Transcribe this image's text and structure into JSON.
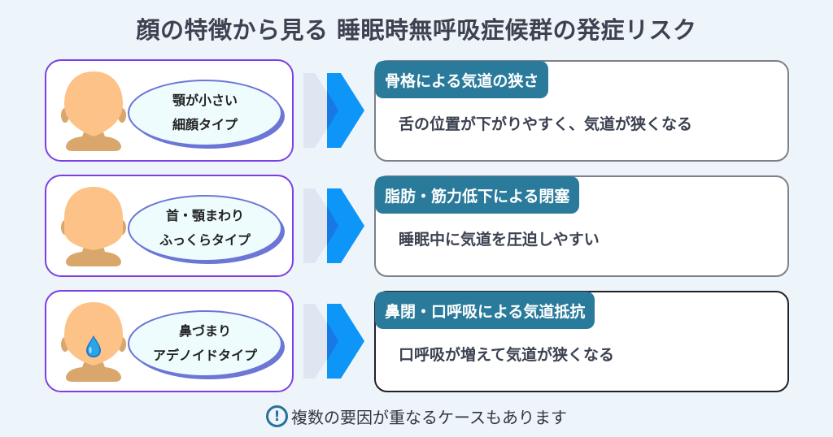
{
  "title": "顔の特徴から見る 睡眠時無呼吸症候群の発症リスク",
  "colors": {
    "background": "#edf5fb",
    "left_card_border": "#7b3fe4",
    "skin": "#fdc287",
    "skin_shadow": "#d9a66c",
    "bubble_fill": "#eefcfe",
    "bubble_border": "#6b76d6",
    "arrow_gray": "#dfe6f2",
    "arrow_blue": "#0d96f8",
    "arrow_overlap": "#1878e6",
    "badge": "#2a7b9b",
    "drop": "#2aa6e8",
    "note_icon": "#2a6f9a"
  },
  "rows": [
    {
      "type_lines": [
        "顎が小さい",
        "細顔タイプ"
      ],
      "face_icon": "face-narrow-icon",
      "risk_title": "骨格による気道の狭さ",
      "risk_desc": "舌の位置が下がりやすく、気道が狭くなる"
    },
    {
      "type_lines": [
        "首・顎まわり",
        "ふっくらタイプ"
      ],
      "face_icon": "face-round-icon",
      "risk_title": "脂肪・筋力低下による閉塞",
      "risk_desc": "睡眠中に気道を圧迫しやすい"
    },
    {
      "type_lines": [
        "鼻づまり",
        "アデノイドタイプ"
      ],
      "face_icon": "face-nasal-drop-icon",
      "risk_title": "鼻閉・口呼吸による気道抵抗",
      "risk_desc": "口呼吸が増えて気道が狭くなる"
    }
  ],
  "note": {
    "icon": "exclamation-circle-icon",
    "icon_glyph": "!",
    "text": "複数の要因が重なるケースもあります"
  }
}
